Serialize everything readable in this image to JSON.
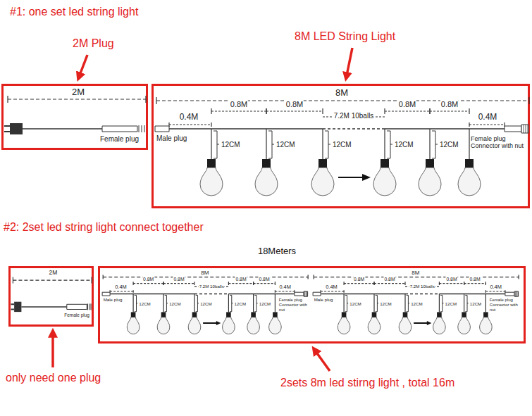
{
  "diagram": {
    "nodes": [
      {
        "text": [
          "2M",
          "Female plug"
        ]
      },
      {
        "text": [
          "8M",
          "0.4M",
          "0.8M",
          "0.8M",
          "7.2M 10balls",
          "0.8M",
          "0.8M",
          "0.4M",
          "Male plug",
          "12CM",
          "12CM",
          "12CM",
          "12CM",
          "12CM",
          "Female plug Connector with nut"
        ]
      },
      {
        "text": [
          "2M",
          "Female plug"
        ]
      },
      {
        "text": [
          "8M",
          "0.4M",
          "0.8M",
          "0.8M",
          "7.2M 10balls",
          "0.8M",
          "0.8M",
          "0.4M",
          "Male plug",
          "12CM",
          "12CM",
          "12CM",
          "12CM",
          "12CM",
          "Female plug Connector with nut",
          "8M",
          "0.4M",
          "0.8M",
          "0.8M",
          "7.2M 10balls",
          "0.8M",
          "0.8M",
          "0.4M",
          "Male plug",
          "12CM",
          "12CM",
          "12CM",
          "12CM",
          "12CM",
          "Female plug Connector with nut"
        ]
      }
    ],
    "labels": [
      "#1: one set led string light",
      "2M Plug",
      "8M LED String Light",
      "#2: 2set led string light connect together",
      "18Meters",
      "only need one plug",
      "2sets 8m led stirng light , total 16m"
    ]
  }
}
